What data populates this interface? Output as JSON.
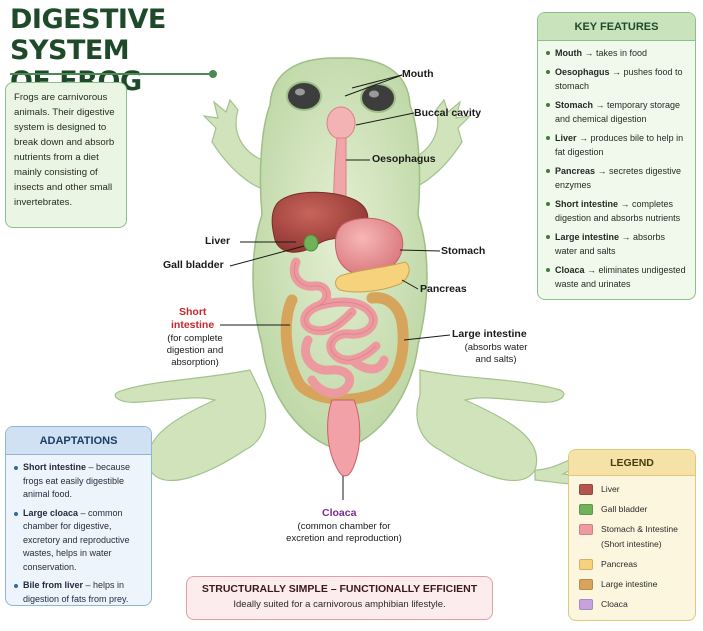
{
  "title": {
    "line1": "DIGESTIVE SYSTEM",
    "line2": "OF FROG"
  },
  "intro": "Frogs are carnivorous animals. Their digestive system is designed to break down and absorb nutrients from a diet mainly consisting of insects and other small invertebrates.",
  "key_features": {
    "heading": "KEY FEATURES",
    "items": [
      {
        "term": "Mouth",
        "desc": " → takes in food"
      },
      {
        "term": "Oesophagus",
        "desc": " → pushes food to stomach"
      },
      {
        "term": "Stomach",
        "desc": " → temporary storage and chemical digestion"
      },
      {
        "term": "Liver",
        "desc": " → produces bile to help in fat digestion"
      },
      {
        "term": "Pancreas",
        "desc": " → secretes digestive enzymes"
      },
      {
        "term": "Short intestine",
        "desc": " → completes digestion and absorbs nutrients"
      },
      {
        "term": "Large intestine",
        "desc": " → absorbs water and salts"
      },
      {
        "term": "Cloaca",
        "desc": " → eliminates undigested waste and urinates"
      }
    ]
  },
  "labels": {
    "mouth": "Mouth",
    "buccal": "Buccal cavity",
    "oesophagus": "Oesophagus",
    "liver": "Liver",
    "gall": "Gall bladder",
    "stomach": "Stomach",
    "pancreas": "Pancreas",
    "short_line1": "Short",
    "short_line2": "intestine",
    "short_sub1": "(for complete",
    "short_sub2": "digestion and",
    "short_sub3": "absorption)",
    "large": "Large intestine",
    "large_sub1": "(absorbs water",
    "large_sub2": "and salts)",
    "cloaca": "Cloaca",
    "cloaca_sub1": "(common chamber for",
    "cloaca_sub2": "excretion and reproduction)"
  },
  "adaptations": {
    "heading": "ADAPTATIONS",
    "items": [
      {
        "term": "Short intestine",
        "desc": " – because frogs eat easily digestible animal food."
      },
      {
        "term": "Large cloaca",
        "desc": " – common chamber for digestive, excretory and reproductive wastes, helps in water conservation."
      },
      {
        "term": "Bile from liver",
        "desc": " – helps in digestion of fats from prey."
      }
    ]
  },
  "legend": {
    "heading": "LEGEND",
    "items": [
      {
        "label": "Liver",
        "color": "#b5544c"
      },
      {
        "label": "Gall bladder",
        "color": "#6fb25a"
      },
      {
        "label": "Stomach & Intestine (Short intestine)",
        "color": "#ef9a9f"
      },
      {
        "label": "Pancreas",
        "color": "#f6d27c"
      },
      {
        "label": "Large intestine",
        "color": "#d6a45a"
      },
      {
        "label": "Cloaca",
        "color": "#c7a3de"
      }
    ]
  },
  "bottom": {
    "title": "STRUCTURALLY SIMPLE – FUNCTIONALLY EFFICIENT",
    "subtitle": "Ideally suited for a carnivorous amphibian lifestyle."
  },
  "colors": {
    "title": "#1f4a2a",
    "short_label": "#c8272b",
    "cloaca_label": "#7b2c91",
    "frog_body": "#cfe2b8"
  }
}
